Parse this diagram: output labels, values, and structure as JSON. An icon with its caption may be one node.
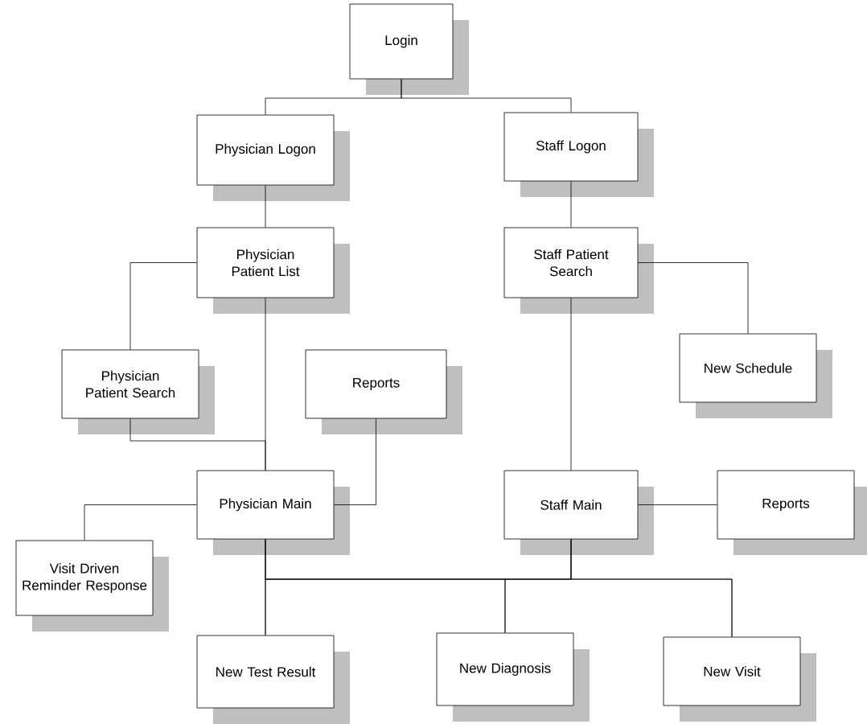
{
  "diagram": {
    "nodes": [
      {
        "text": [
          "Login"
        ]
      },
      {
        "text": [
          "Physician Logon"
        ]
      },
      {
        "text": [
          "Staff Logon"
        ]
      },
      {
        "text": [
          "Physician Patient List"
        ]
      },
      {
        "text": [
          "Staff Patient Search"
        ]
      },
      {
        "text": [
          "Physician Patient Search"
        ]
      },
      {
        "text": [
          "Reports"
        ]
      },
      {
        "text": [
          "New Schedule"
        ]
      },
      {
        "text": [
          "Physician Main"
        ]
      },
      {
        "text": [
          "Staff Main"
        ]
      },
      {
        "text": [
          "Reports"
        ]
      },
      {
        "text": [
          "Visit Driven Reminder Response"
        ]
      },
      {
        "text": [
          "New Test Result"
        ]
      },
      {
        "text": [
          "New Diagnosis"
        ]
      },
      {
        "text": [
          "New Visit"
        ]
      }
    ],
    "edges": [
      {
        "from": 0,
        "to": 1,
        "arrow": "none"
      },
      {
        "from": 0,
        "to": 2,
        "arrow": "none"
      },
      {
        "from": 1,
        "to": 3,
        "arrow": "none"
      },
      {
        "from": 2,
        "to": 4,
        "arrow": "none"
      },
      {
        "from": 3,
        "to": 5,
        "arrow": "none"
      },
      {
        "from": 3,
        "to": 8,
        "arrow": "none"
      },
      {
        "from": 5,
        "to": 8,
        "arrow": "none"
      },
      {
        "from": 6,
        "to": 8,
        "arrow": "none"
      },
      {
        "from": 4,
        "to": 7,
        "arrow": "none"
      },
      {
        "from": 4,
        "to": 9,
        "arrow": "none"
      },
      {
        "from": 9,
        "to": 10,
        "arrow": "none"
      },
      {
        "from": 8,
        "to": 11,
        "arrow": "none"
      },
      {
        "from": 8,
        "to": 12,
        "arrow": "none"
      },
      {
        "from": 8,
        "to": 13,
        "arrow": "none"
      },
      {
        "from": 8,
        "to": 14,
        "arrow": "none"
      },
      {
        "from": 9,
        "to": 12,
        "arrow": "none"
      },
      {
        "from": 9,
        "to": 13,
        "arrow": "none"
      },
      {
        "from": 9,
        "to": 14,
        "arrow": "none"
      }
    ]
  }
}
